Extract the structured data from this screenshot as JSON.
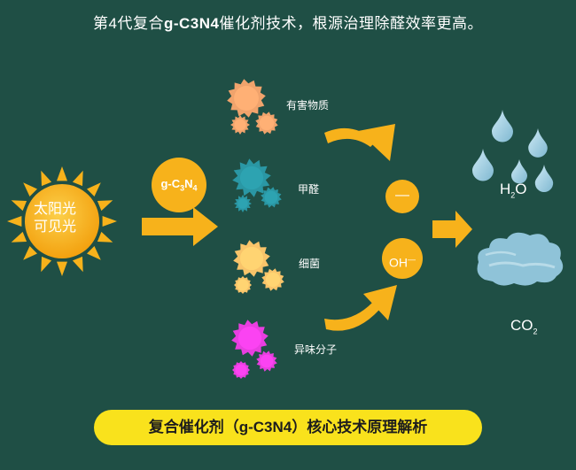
{
  "header": {
    "prefix": "第4代复合",
    "formula": "g-C3N4",
    "suffix": "催化剂技术，根源治理除醛效率更高。"
  },
  "sun": {
    "line1": "太阳光",
    "line2": "可见光"
  },
  "catalyst": {
    "label_main": "g-C",
    "label_sub1": "3",
    "label_mid": "N",
    "label_sub2": "4"
  },
  "pollutants": [
    {
      "label": "有害物质",
      "color": "#f0a36c"
    },
    {
      "label": "甲醛",
      "color": "#2a97a4"
    },
    {
      "label": "细菌",
      "color": "#f8c46a"
    },
    {
      "label": "异味分子",
      "color": "#e83ee0"
    }
  ],
  "reactants": {
    "minus": "—",
    "oh_main": "OH",
    "oh_sup": "—"
  },
  "products": {
    "water_main": "H",
    "water_sub": "2",
    "water_end": "O",
    "co2_main": "CO",
    "co2_sub": "2"
  },
  "banner": {
    "text": "复合催化剂（g-C3N4）核心技术原理解析"
  },
  "colors": {
    "background": "#1f4f45",
    "sun": "#f7b21b",
    "arrow": "#f7b21b",
    "droplet": "#9fd0e4",
    "cloud": "#8fc3d8",
    "banner": "#f9e21c"
  }
}
